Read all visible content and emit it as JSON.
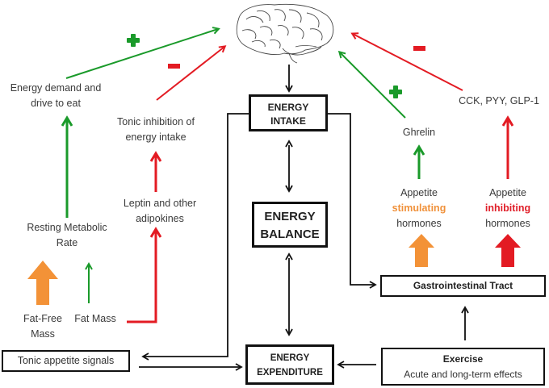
{
  "diagram": {
    "colors": {
      "green": "#1a9a2a",
      "red": "#e31b23",
      "orange": "#f39237",
      "black": "#111111"
    },
    "boxes": {
      "energy_intake": [
        "ENERGY",
        "INTAKE"
      ],
      "energy_balance": [
        "ENERGY",
        "BALANCE"
      ],
      "energy_expenditure": [
        "ENERGY",
        "EXPENDITURE"
      ],
      "gastrointestinal_tract": "Gastrointestinal Tract",
      "exercise_title": "Exercise",
      "exercise_subtitle": "Acute and long-term effects",
      "tonic_appetite_signals": "Tonic appetite signals"
    },
    "labels": {
      "energy_demand": [
        "Energy demand and",
        "drive to eat"
      ],
      "tonic_inhibition": [
        "Tonic inhibition of",
        "energy intake"
      ],
      "leptin": [
        "Leptin and other",
        "adipokines"
      ],
      "resting_metabolic_rate": [
        "Resting Metabolic",
        "Rate"
      ],
      "fat_free_mass": [
        "Fat-Free",
        "Mass"
      ],
      "fat_mass": "Fat Mass",
      "ghrelin": "Ghrelin",
      "cck": "CCK, PYY, GLP-1",
      "appetite_stim": [
        "Appetite",
        "stimulating",
        "hormones"
      ],
      "appetite_inhib": [
        "Appetite",
        "inhibiting",
        "hormones"
      ]
    },
    "signs": {
      "energy_demand_effect": "+",
      "tonic_inhibition_effect": "-",
      "ghrelin_effect": "+",
      "cck_effect": "-"
    }
  }
}
